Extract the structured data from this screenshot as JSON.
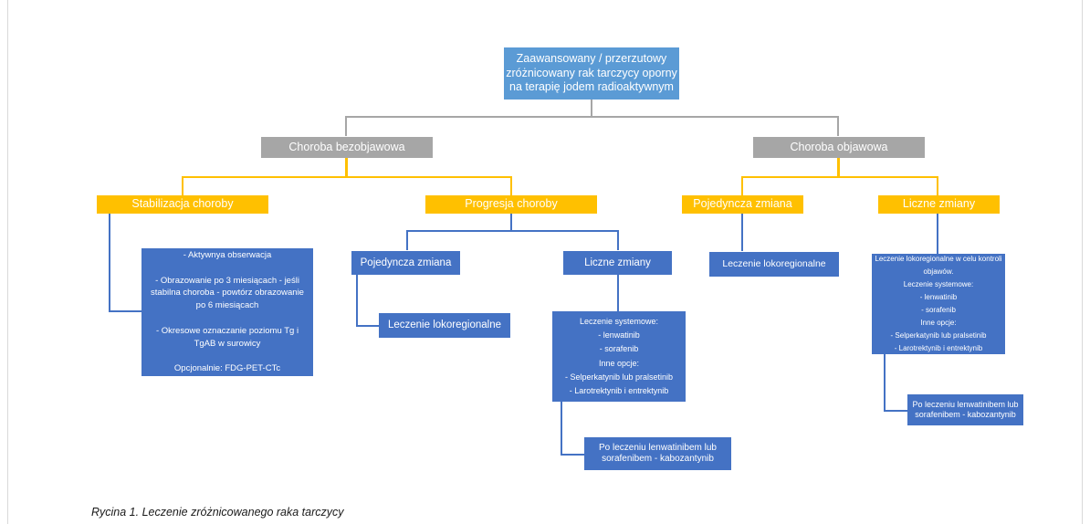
{
  "figure": {
    "caption": "Rycina 1. Leczenie zróżnicowanego raka tarczycy"
  },
  "colors": {
    "root": "#5b9bd5",
    "gray": "#a6a6a6",
    "amber": "#ffc000",
    "blue": "#4472c4",
    "text": "#ffffff",
    "page_rule": "#d9d9d9"
  },
  "chart_data": {
    "type": "diagram",
    "title": "Rycina 1. Leczenie zróżnicowanego raka tarczycy",
    "orientation": "top-down flowchart"
  },
  "nodes": {
    "root": "Zaawansowany / przerzutowy\nzróżnicowany rak tarczycy oporny\nna terapię jodem radioaktywnym",
    "asymptomatic": "Choroba bezobjawowa",
    "symptomatic": "Choroba objawowa",
    "stabilization": "Stabilizacja choroby",
    "progression": "Progresja choroby",
    "single_lesion_sym": "Pojedyncza zmiana",
    "multiple_lesions_sym": "Liczne zmiany",
    "stabilization_detail": "- Aktywnya obserwacja\n\n- Obrazowanie po 3 miesiącach - jeśli\nstabilna choroba - powtórz obrazowanie\npo 6 miesiącach\n\n- Okresowe oznaczanie poziomu Tg i\nTgAB w surowicy\n\nOpcjonalnie: FDG-PET-CTc",
    "single_lesion_prog": "Pojedyncza zmiana",
    "multiple_lesions_prog": "Liczne zmiany",
    "locoregional_prog": "Leczenie lokoregionalne",
    "systemic_prog": "Leczenie systemowe:\n- lenwatinib\n- sorafenib\nInne opcje:\n-  Selperkatynib lub pralsetinib\n- Larotrektynib i entrektynib",
    "cabozantinib_prog": "Po leczeniu lenwatinibem lub\nsorafenibem - kabozantynib",
    "locoregional_sym": "Leczenie lokoregionalne",
    "systemic_sym": "Leczenie lokoregionalne w celu kontroli\nobjawów.\nLeczenie systemowe:\n- lenwatinib\n- sorafenib\nInne opcje:\n-  Selperkatynib lub pralsetinib\n- Larotrektynib i entrektynib",
    "cabozantinib_sym": "Po leczeniu lenwatinibem lub\nsorafenibem - kabozantynib"
  }
}
